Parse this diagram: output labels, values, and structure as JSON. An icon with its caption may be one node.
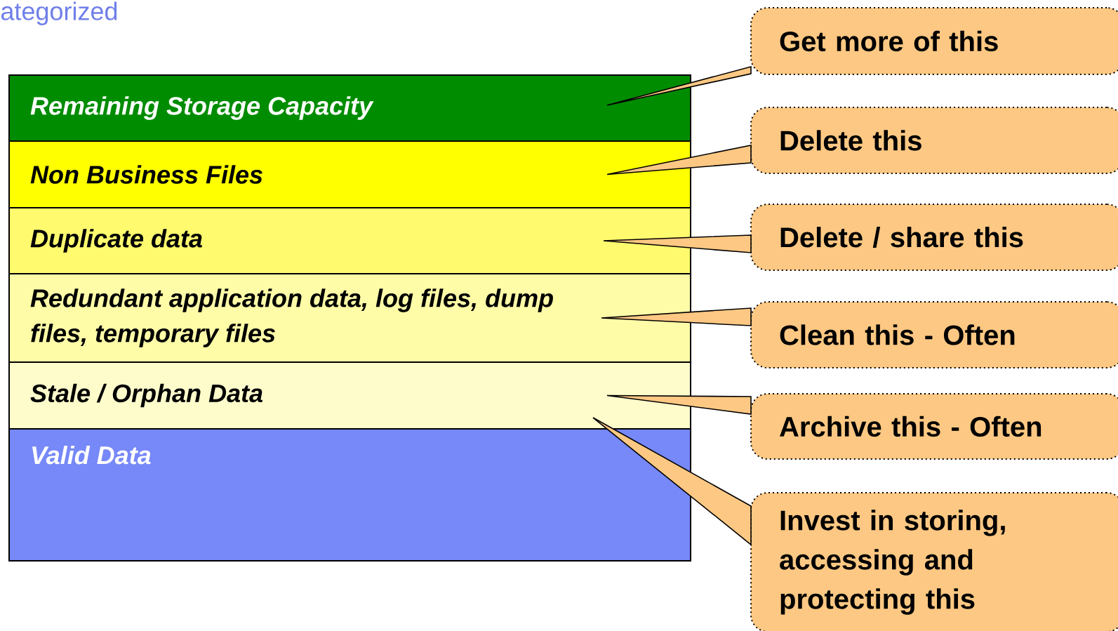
{
  "diagram": {
    "nodes": [
      {
        "text": [
          "Remaining Storage Capacity"
        ]
      },
      {
        "text": [
          "Non Business Files"
        ]
      },
      {
        "text": [
          "Duplicate data"
        ]
      },
      {
        "text": [
          "Redundant application data, log files, dump files, temporary files"
        ]
      },
      {
        "text": [
          "Stale / Orphan Data"
        ]
      },
      {
        "text": [
          "Valid Data"
        ]
      },
      {
        "text": [
          "Get more of this"
        ]
      },
      {
        "text": [
          "Delete this"
        ]
      },
      {
        "text": [
          "Delete / share this"
        ]
      },
      {
        "text": [
          "Clean this - Often"
        ]
      },
      {
        "text": [
          "Archive this - Often"
        ]
      },
      {
        "text": [
          "Invest in storing, accessing and protecting this"
        ]
      }
    ],
    "edges": [
      {
        "from": 6,
        "to": 0,
        "arrow": "none"
      },
      {
        "from": 7,
        "to": 1,
        "arrow": "none"
      },
      {
        "from": 8,
        "to": 2,
        "arrow": "none"
      },
      {
        "from": 9,
        "to": 3,
        "arrow": "none"
      },
      {
        "from": 10,
        "to": 4,
        "arrow": "none"
      },
      {
        "from": 11,
        "to": 5,
        "arrow": "none"
      }
    ],
    "labels": [
      "ategorized"
    ]
  }
}
